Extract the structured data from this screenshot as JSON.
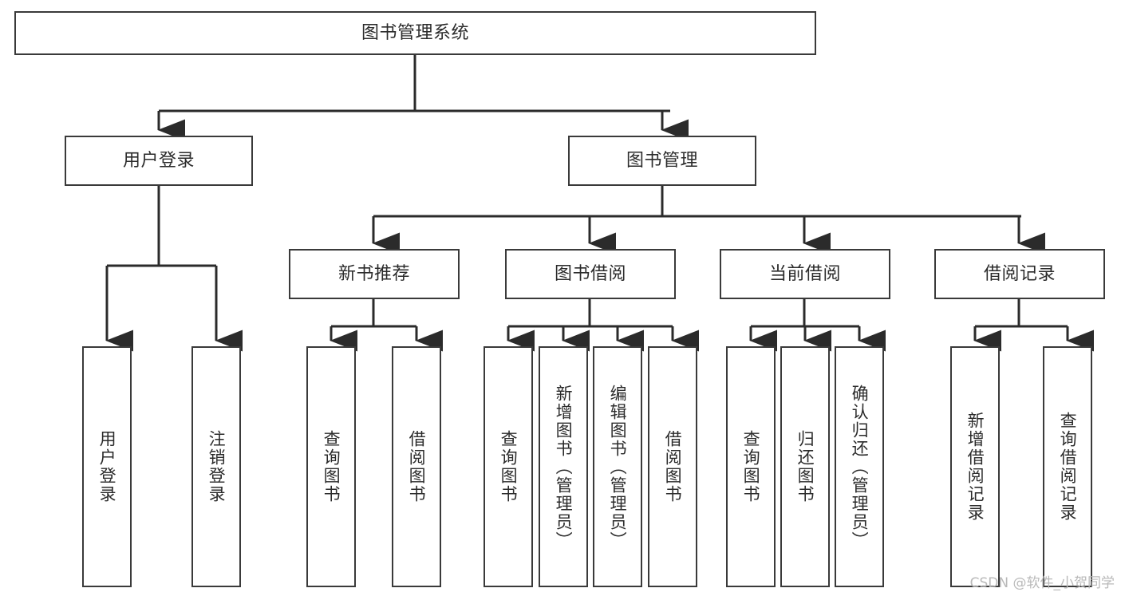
{
  "diagram": {
    "title": "图书管理系统",
    "watermark": "CSDN @软件_小贺同学",
    "colors": {
      "background": "#ffffff",
      "border": "#3a3a3a",
      "text": "#2b2b2b",
      "edge": "#2b2b2b",
      "watermark": "#b9b9b9"
    },
    "levels": {
      "root": {
        "label": "图书管理系统"
      },
      "level2": [
        {
          "label": "用户登录"
        },
        {
          "label": "图书管理"
        }
      ],
      "level3": [
        {
          "label": "新书推荐"
        },
        {
          "label": "图书借阅"
        },
        {
          "label": "当前借阅"
        },
        {
          "label": "借阅记录"
        }
      ],
      "leaves": [
        {
          "label": "用户登录"
        },
        {
          "label": "注销登录"
        },
        {
          "label": "查询图书"
        },
        {
          "label": "借阅图书"
        },
        {
          "label": "查询图书"
        },
        {
          "label": "新增图书（管理员）"
        },
        {
          "label": "编辑图书（管理员）"
        },
        {
          "label": "借阅图书"
        },
        {
          "label": "查询图书"
        },
        {
          "label": "归还图书"
        },
        {
          "label": "确认归还（管理员）"
        },
        {
          "label": "新增借阅记录"
        },
        {
          "label": "查询借阅记录"
        }
      ]
    }
  }
}
